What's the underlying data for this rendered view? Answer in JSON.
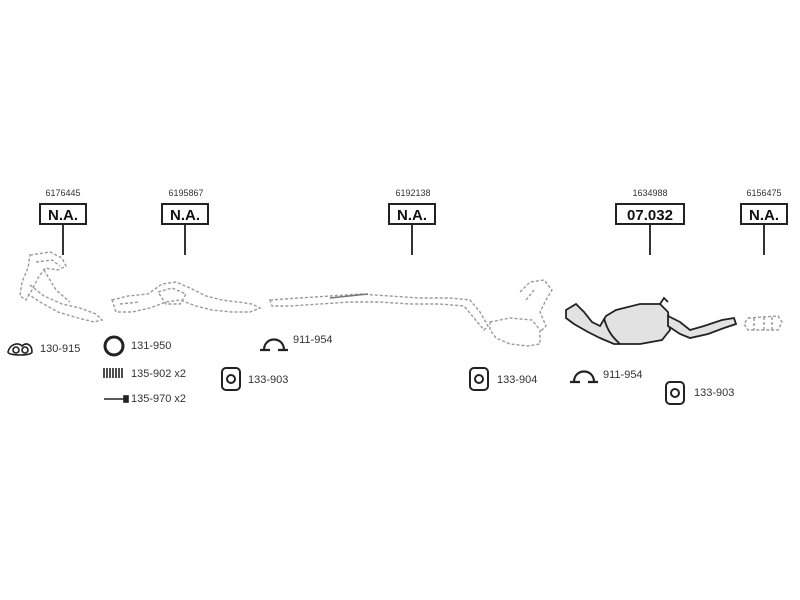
{
  "callouts": [
    {
      "id": "c1",
      "part_number": "6176445",
      "code": "N.A."
    },
    {
      "id": "c2",
      "part_number": "6195867",
      "code": "N.A."
    },
    {
      "id": "c3",
      "part_number": "6192138",
      "code": "N.A."
    },
    {
      "id": "c4",
      "part_number": "1634988",
      "code": "07.032"
    },
    {
      "id": "c5",
      "part_number": "6156475",
      "code": "N.A."
    }
  ],
  "accessories": [
    {
      "id": "gasket",
      "label": "130-915",
      "icon": "gasket-icon"
    },
    {
      "id": "ring",
      "label": "131-950",
      "icon": "sealing-ring-icon"
    },
    {
      "id": "spring",
      "label": "135-902 x2",
      "icon": "spring-icon"
    },
    {
      "id": "bolt",
      "label": "135-970 x2",
      "icon": "bolt-icon"
    },
    {
      "id": "hanger1",
      "label": "133-903",
      "icon": "rubber-hanger-icon"
    },
    {
      "id": "clamp1",
      "label": "911-954",
      "icon": "pipe-clamp-icon"
    },
    {
      "id": "hanger2",
      "label": "133-904",
      "icon": "rubber-hanger-icon"
    },
    {
      "id": "clamp2",
      "label": "911-954",
      "icon": "pipe-clamp-icon"
    },
    {
      "id": "hanger3",
      "label": "133-903",
      "icon": "rubber-hanger-icon"
    }
  ],
  "colors": {
    "line": "#222222",
    "dashed": "#999999",
    "fill": "#e0e0e0"
  }
}
